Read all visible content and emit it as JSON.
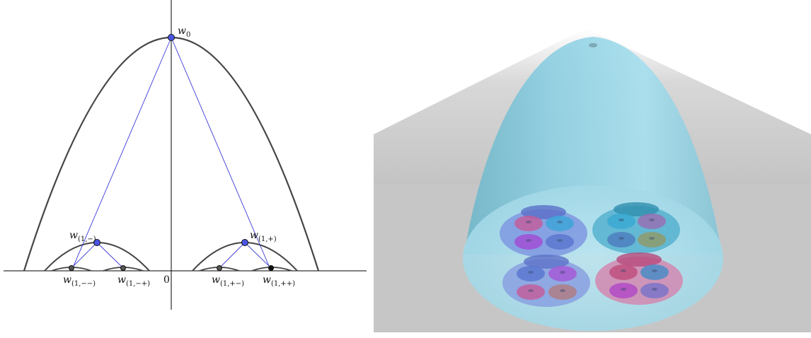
{
  "left_diagram": {
    "origin_label": "0",
    "nodes": {
      "w0": {
        "base": "w",
        "sub": "0"
      },
      "w1m": {
        "base": "w",
        "sub": "(1,−)"
      },
      "w1p": {
        "base": "w",
        "sub": "(1,+)"
      },
      "wmm": {
        "base": "w",
        "sub": "(1,−−)"
      },
      "wmp": {
        "base": "w",
        "sub": "(1,−+)"
      },
      "wpm": {
        "base": "w",
        "sub": "(1,+−)"
      },
      "wpp": {
        "base": "w",
        "sub": "(1,++)"
      }
    },
    "colors": {
      "curve": "#444444",
      "tree_line": "#3b3bd6",
      "node_fill": "#4a55e6",
      "small_node_fill": "#333333",
      "axis": "#000000"
    }
  },
  "right_diagram": {
    "colors": {
      "shadow": "#c8c8c8",
      "outer_tube": "#8fd3e6",
      "outer_base": "#a9dcea",
      "blob_blue": "#5b78d6",
      "blob_teal": "#3fa7cf",
      "blob_pink": "#c85a8a",
      "blob_purple": "#a45ad6",
      "blob_olive": "#8a9a6a"
    }
  }
}
